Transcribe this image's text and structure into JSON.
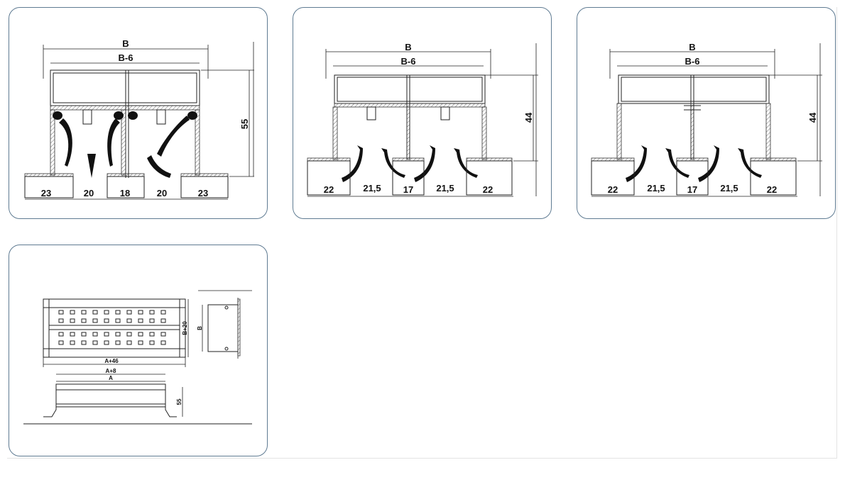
{
  "cards": [
    {
      "id": "diffuser-section-1",
      "labels": {
        "width": "B",
        "inner_width": "B-6",
        "height": "55"
      },
      "bottom_dims": [
        "23",
        "20",
        "18",
        "20",
        "23"
      ]
    },
    {
      "id": "diffuser-section-2",
      "labels": {
        "width": "B",
        "inner_width": "B-6",
        "height": "44"
      },
      "bottom_dims": [
        "22",
        "21,5",
        "17",
        "21,5",
        "22"
      ]
    },
    {
      "id": "diffuser-section-3",
      "labels": {
        "width": "B",
        "inner_width": "B-6",
        "height": "44"
      },
      "bottom_dims": [
        "22",
        "21,5",
        "17",
        "21,5",
        "22"
      ]
    },
    {
      "id": "diffuser-plan-view",
      "labels": {
        "outer_length": "A+46",
        "frame_length": "A+8",
        "length": "A",
        "outer_height": "B+20",
        "inner_height": "B",
        "depth": "55"
      }
    }
  ]
}
